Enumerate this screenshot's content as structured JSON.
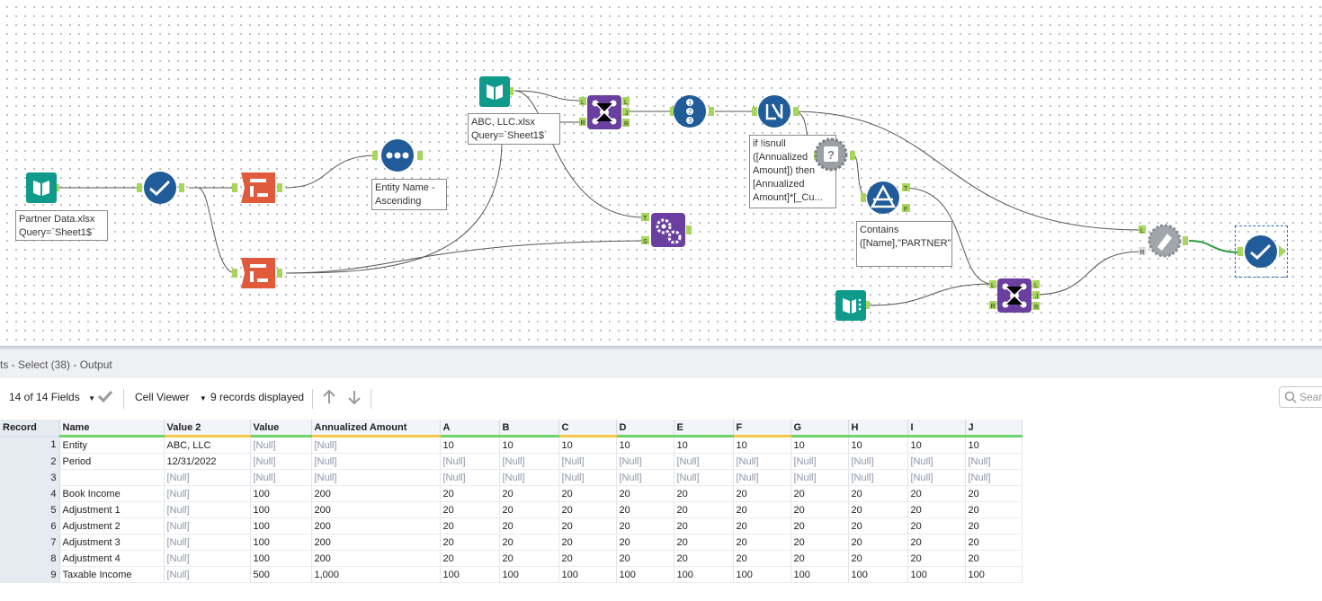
{
  "canvas": {
    "labels": {
      "partner_data": "Partner Data.xlsx\nQuery=`Sheet1$`",
      "abc_llc": "ABC, LLC.xlsx\nQuery=`Sheet1$`",
      "sort": "Entity Name - Ascending",
      "formula": "if !isnull ([Annualized Amount]) then [Annualized Amount]*[_Cu...",
      "filter": "Contains ([Name],\"PARTNER\")"
    },
    "anchors": {
      "L": "L",
      "R": "R",
      "J": "J",
      "T": "T",
      "F": "F",
      "S": "S"
    }
  },
  "results": {
    "title": "ts - Select (38) - Output"
  },
  "toolbar": {
    "fields": "14 of 14 Fields",
    "viewer": "Cell Viewer",
    "records": "9 records displayed",
    "search_placeholder": "Sear"
  },
  "grid": {
    "columns": [
      "Record",
      "Name",
      "Value 2",
      "Value",
      "Annualized Amount",
      "A",
      "B",
      "C",
      "D",
      "E",
      "F",
      "G",
      "H",
      "I",
      "J"
    ],
    "rows": [
      [
        "1",
        "Entity",
        "ABC, LLC",
        "[Null]",
        "[Null]",
        "10",
        "10",
        "10",
        "10",
        "10",
        "10",
        "10",
        "10",
        "10",
        "10"
      ],
      [
        "2",
        "Period",
        "12/31/2022",
        "[Null]",
        "[Null]",
        "[Null]",
        "[Null]",
        "[Null]",
        "[Null]",
        "[Null]",
        "[Null]",
        "[Null]",
        "[Null]",
        "[Null]",
        "[Null]"
      ],
      [
        "3",
        "",
        "[Null]",
        "[Null]",
        "[Null]",
        "[Null]",
        "[Null]",
        "[Null]",
        "[Null]",
        "[Null]",
        "[Null]",
        "[Null]",
        "[Null]",
        "[Null]",
        "[Null]"
      ],
      [
        "4",
        "Book Income",
        "[Null]",
        "100",
        "200",
        "20",
        "20",
        "20",
        "20",
        "20",
        "20",
        "20",
        "20",
        "20",
        "20"
      ],
      [
        "5",
        "Adjustment 1",
        "[Null]",
        "100",
        "200",
        "20",
        "20",
        "20",
        "20",
        "20",
        "20",
        "20",
        "20",
        "20",
        "20"
      ],
      [
        "6",
        "Adjustment 2",
        "[Null]",
        "100",
        "200",
        "20",
        "20",
        "20",
        "20",
        "20",
        "20",
        "20",
        "20",
        "20",
        "20"
      ],
      [
        "7",
        "Adjustment 3",
        "[Null]",
        "100",
        "200",
        "20",
        "20",
        "20",
        "20",
        "20",
        "20",
        "20",
        "20",
        "20",
        "20"
      ],
      [
        "8",
        "Adjustment 4",
        "[Null]",
        "100",
        "200",
        "20",
        "20",
        "20",
        "20",
        "20",
        "20",
        "20",
        "20",
        "20",
        "20"
      ],
      [
        "9",
        "Taxable Income",
        "[Null]",
        "500",
        "1,000",
        "100",
        "100",
        "100",
        "100",
        "100",
        "100",
        "100",
        "100",
        "100",
        "100"
      ]
    ]
  },
  "colors": {
    "input": "#0f9a8c",
    "prep": "#1f5c99",
    "transform": "#e05a3c",
    "join": "#6b3fa0",
    "anchor": "#a6d65a",
    "accent_green": "#6dd36d"
  },
  "icons": [
    "book-icon",
    "checkmark-icon",
    "sort-icon",
    "dots-icon",
    "join-icon",
    "record-id-icon",
    "formula-icon",
    "tool-container-icon",
    "filter-icon",
    "macro-gear-icon",
    "union-icon"
  ]
}
